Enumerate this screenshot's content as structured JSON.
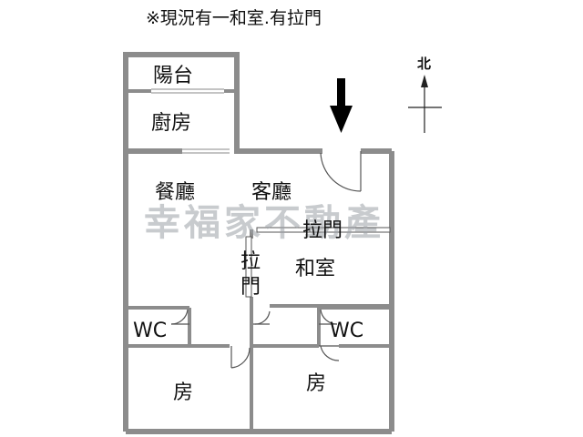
{
  "note": "※現況有一和室.有拉門",
  "watermark": "幸福家不動產",
  "compass": {
    "north_label": "北"
  },
  "rooms": {
    "balcony": "陽台",
    "kitchen": "廚房",
    "dining": "餐廳",
    "living": "客廳",
    "tatami_door": "拉門",
    "tatami": "和室",
    "corridor_door_1": "拉",
    "corridor_door_2": "門",
    "wc_left": "WC",
    "wc_right": "WC",
    "bedroom_left": "房",
    "bedroom_right": "房"
  },
  "entrance": {
    "arrow": "entrance-arrow"
  }
}
